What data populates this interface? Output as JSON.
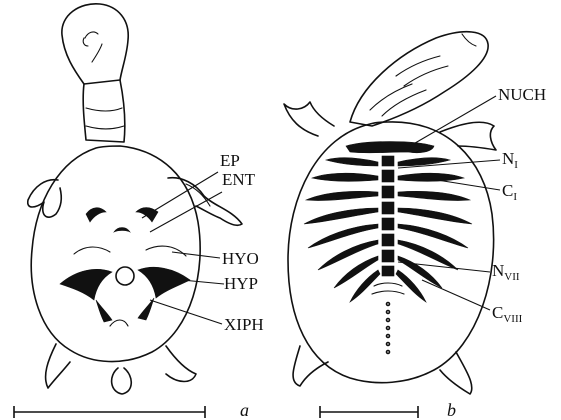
{
  "figure": {
    "panel_a": {
      "panel_label": "a",
      "labels": [
        "EP",
        "ENT",
        "HYO",
        "HYP",
        "XIPH"
      ]
    },
    "panel_b": {
      "panel_label": "b",
      "labels": {
        "nuch": "NUCH",
        "n1_base": "N",
        "n1_sub": "I",
        "c1_base": "C",
        "c1_sub": "I",
        "n7_base": "N",
        "n7_sub": "VII",
        "c8_base": "C",
        "c8_sub": "VIII"
      }
    },
    "colors": {
      "ink": "#111111",
      "background": "#ffffff"
    }
  }
}
